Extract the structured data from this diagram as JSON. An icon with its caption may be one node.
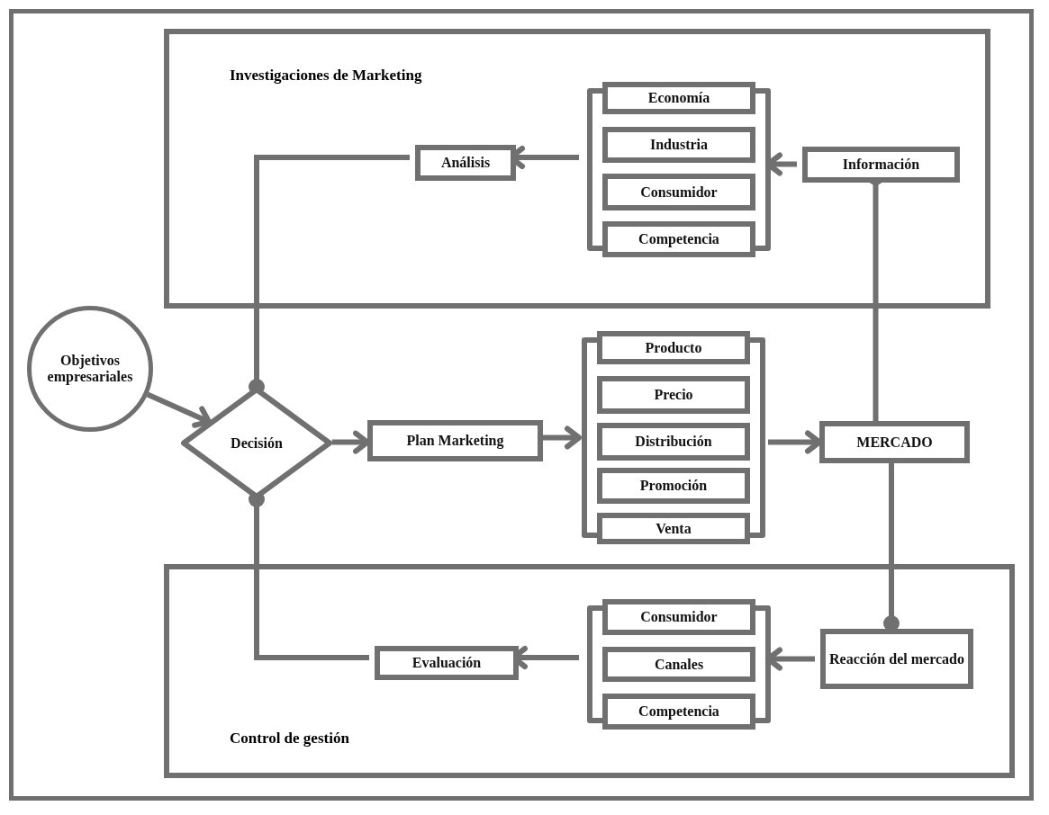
{
  "diagram": {
    "nodes": [
      {
        "text": [
          "Investigaciones de Marketing"
        ]
      },
      {
        "text": [
          "Análisis"
        ],
        "in": 0
      },
      {
        "text": [],
        "shape": "bracket",
        "in": 0
      },
      {
        "text": [
          "Economía"
        ],
        "in": 2
      },
      {
        "text": [
          "Industria"
        ],
        "in": 2
      },
      {
        "text": [
          "Consumidor"
        ],
        "in": 2
      },
      {
        "text": [
          "Competencia"
        ],
        "in": 2
      },
      {
        "text": [
          "Información"
        ],
        "in": 0
      },
      {
        "text": [
          "Objetivos empresariales"
        ]
      },
      {
        "text": [
          "Decisión"
        ]
      },
      {
        "text": [
          "Plan Marketing"
        ]
      },
      {
        "text": [],
        "shape": "bracket"
      },
      {
        "text": [
          "Producto"
        ],
        "in": 11
      },
      {
        "text": [
          "Precio"
        ],
        "in": 11
      },
      {
        "text": [
          "Distribución"
        ],
        "in": 11
      },
      {
        "text": [
          "Promoción"
        ],
        "in": 11
      },
      {
        "text": [
          "Venta"
        ],
        "in": 11
      },
      {
        "text": [
          "MERCADO"
        ]
      },
      {
        "text": [
          "Control de gestión"
        ]
      },
      {
        "text": [
          "Evaluación"
        ],
        "in": 18
      },
      {
        "text": [],
        "shape": "bracket",
        "in": 18
      },
      {
        "text": [
          "Consumidor"
        ],
        "in": 20
      },
      {
        "text": [
          "Canales"
        ],
        "in": 20
      },
      {
        "text": [
          "Competencia"
        ],
        "in": 20
      },
      {
        "text": [
          "Reacción del mercado"
        ],
        "in": 18
      }
    ],
    "edges": [
      {
        "from": 2,
        "to": 1,
        "arrow": "to"
      },
      {
        "from": 7,
        "to": 2,
        "arrow": "to"
      },
      {
        "from": 1,
        "to": 9,
        "arrow": "other"
      },
      {
        "from": 8,
        "to": 9,
        "arrow": "to"
      },
      {
        "from": 9,
        "to": 10,
        "arrow": "to"
      },
      {
        "from": 10,
        "to": 11,
        "arrow": "to"
      },
      {
        "from": 11,
        "to": 17,
        "arrow": "to"
      },
      {
        "from": 17,
        "to": 7,
        "arrow": "other"
      },
      {
        "from": 17,
        "to": 24,
        "arrow": "other"
      },
      {
        "from": 24,
        "to": 20,
        "arrow": "to"
      },
      {
        "from": 20,
        "to": 19,
        "arrow": "to"
      },
      {
        "from": 19,
        "to": 9,
        "arrow": "other"
      }
    ]
  }
}
